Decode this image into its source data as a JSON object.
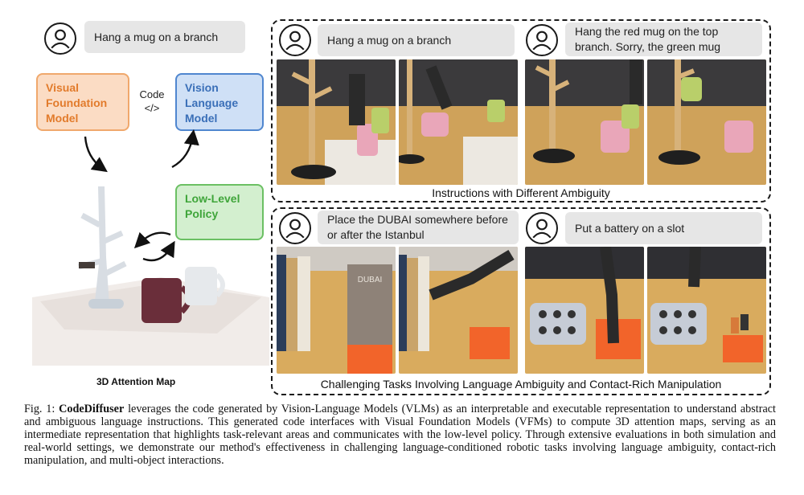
{
  "left": {
    "instruction": "Hang a mug on a branch",
    "vfm_label": "Visual Foundation Model",
    "vlm_label": "Vision Language Model",
    "llp_label": "Low-Level Policy",
    "code_label": "Code",
    "code_symbol": "</>",
    "map_caption": "3D Attention Map"
  },
  "panel_top": {
    "instruction_a": "Hang a mug on a branch",
    "instruction_b": "Hang the red mug on the top branch. Sorry, the green mug",
    "caption": "Instructions with Different Ambiguity"
  },
  "panel_bottom": {
    "instruction_a": "Place the DUBAI somewhere before or after the Istanbul",
    "instruction_b": "Put a battery on a slot",
    "caption": "Challenging Tasks Involving Language Ambiguity and Contact-Rich Manipulation",
    "book_label": "DUBAI"
  },
  "caption": {
    "fig": "Fig. 1:",
    "bold": "CodeDiffuser",
    "rest": "leverages the code generated by Vision-Language Models (VLMs) as an interpretable and executable representation to understand abstract and ambiguous language instructions. This generated code interfaces with Visual Foundation Models (VFMs) to compute 3D attention maps, serving as an intermediate representation that highlights task-relevant areas and communicates with the low-level policy. Through extensive evaluations in both simulation and real-world settings, we demonstrate our method's effectiveness in challenging language-conditioned robotic tasks involving language ambiguity, contact-rich manipulation, and multi-object interactions."
  }
}
